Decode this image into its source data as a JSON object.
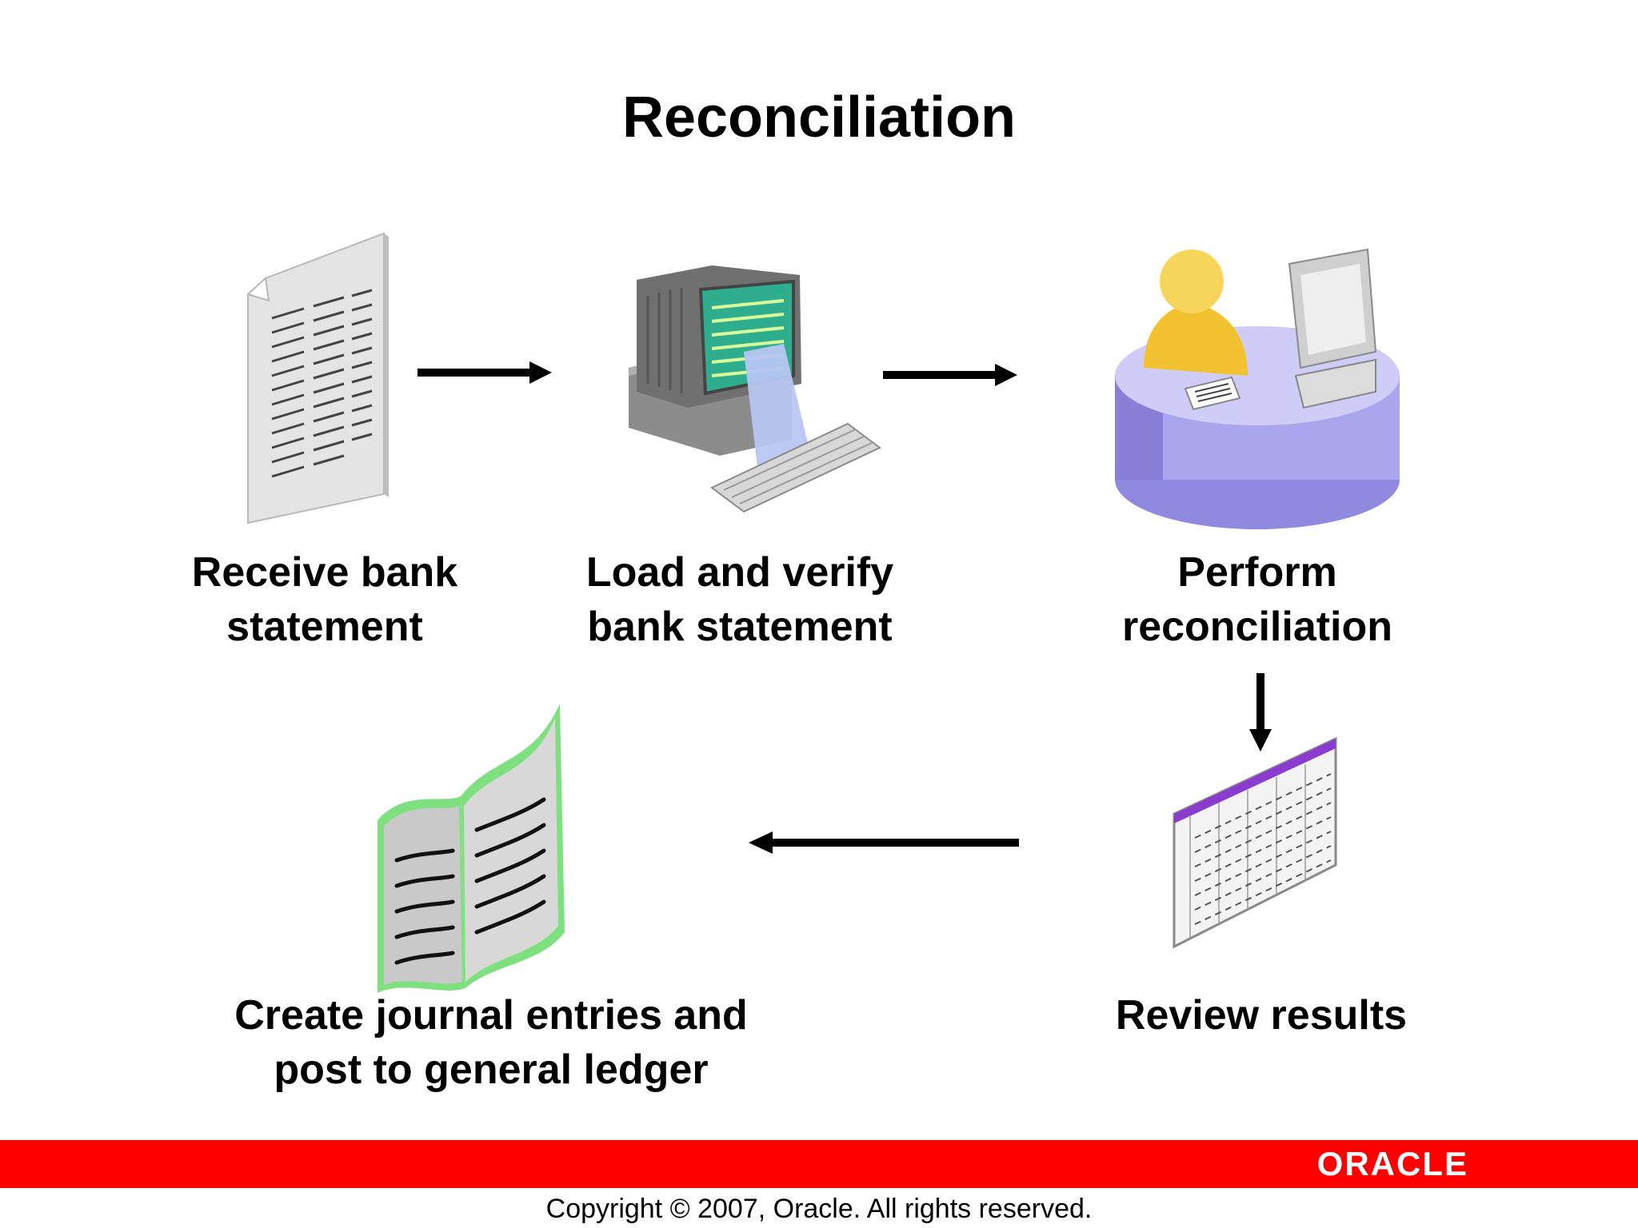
{
  "title": "Reconciliation",
  "steps": [
    {
      "line1": "Receive bank",
      "line2": "statement",
      "icon": "bank-statement-document-icon"
    },
    {
      "line1": "Load and verify",
      "line2": "bank statement",
      "icon": "computer-terminal-icon"
    },
    {
      "line1": "Perform",
      "line2": "reconciliation",
      "icon": "person-at-workstation-icon"
    },
    {
      "line1": "Review results",
      "icon": "spreadsheet-report-icon"
    },
    {
      "line1": "Create journal entries and",
      "line2": "post to general ledger",
      "icon": "ledger-book-icon"
    }
  ],
  "footer": {
    "brand": "ORACLE",
    "copyright": "Copyright © 2007, Oracle. All rights reserved."
  },
  "colors": {
    "footer_bar": "#ff0000",
    "desk": "#a9a6ee",
    "person": "#f2c230",
    "screen": "#2fae8f",
    "book_edge": "#7fe07f",
    "spreadsheet_header": "#8a3ccf"
  }
}
